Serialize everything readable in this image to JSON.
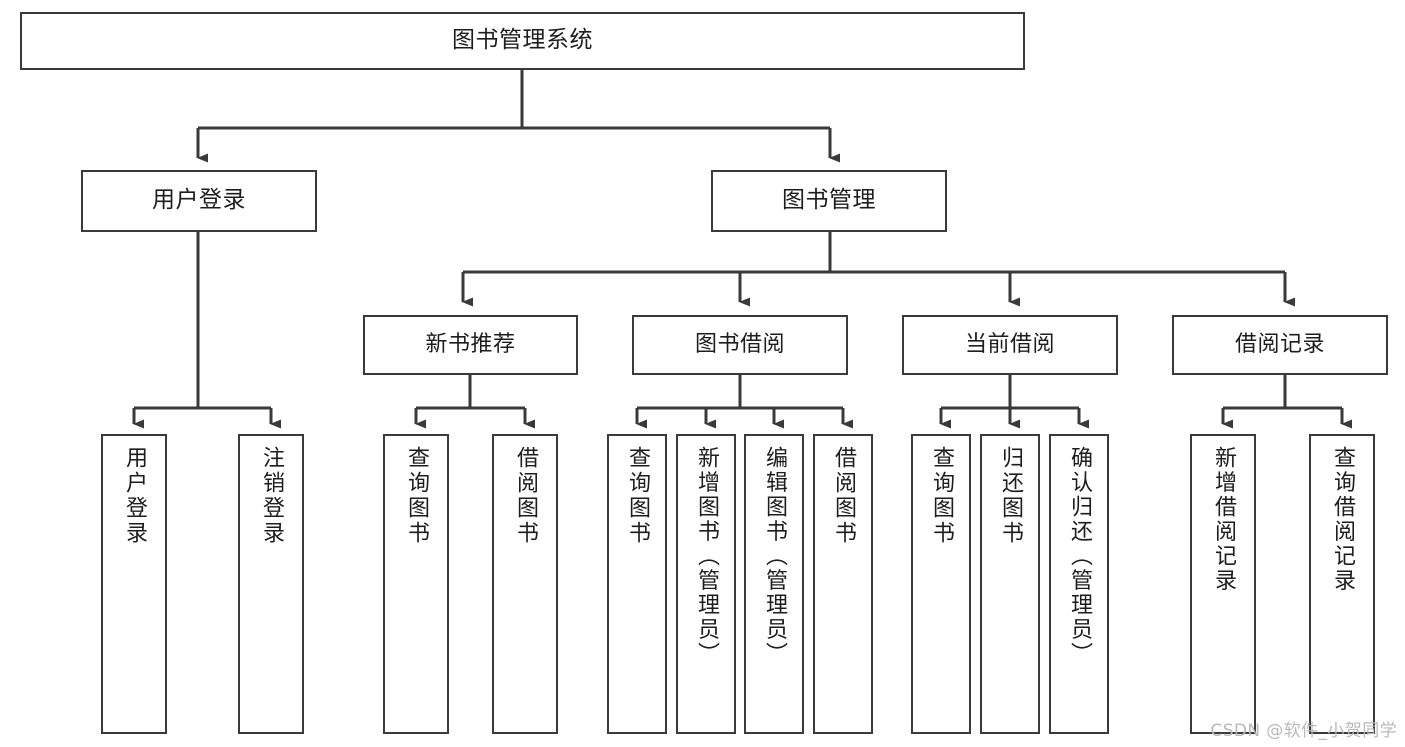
{
  "diagram": {
    "title": "图书管理系统",
    "watermark": "CSDN @软件_小贺同学",
    "line_color": "#3a3a3a",
    "box_fill": "#ffffff",
    "text_color": "#1d1d1d",
    "root": {
      "label": "图书管理系统"
    },
    "level2": [
      {
        "label": "用户登录"
      },
      {
        "label": "图书管理"
      }
    ],
    "level3": [
      {
        "label": "新书推荐"
      },
      {
        "label": "图书借阅"
      },
      {
        "label": "当前借阅"
      },
      {
        "label": "借阅记录"
      }
    ],
    "leaves": {
      "user_login": [
        {
          "label": "用户登录"
        },
        {
          "label": "注销登录"
        }
      ],
      "new_book": [
        {
          "label": "查询图书"
        },
        {
          "label": "借阅图书"
        }
      ],
      "book_borrow": [
        {
          "label": "查询图书"
        },
        {
          "label": "新增图书（管理员）"
        },
        {
          "label": "编辑图书（管理员）"
        },
        {
          "label": "借阅图书"
        }
      ],
      "current_borrow": [
        {
          "label": "查询图书"
        },
        {
          "label": "归还图书"
        },
        {
          "label": "确认归还（管理员）"
        }
      ],
      "borrow_record": [
        {
          "label": "新增借阅记录"
        },
        {
          "label": "查询借阅记录"
        }
      ]
    }
  }
}
